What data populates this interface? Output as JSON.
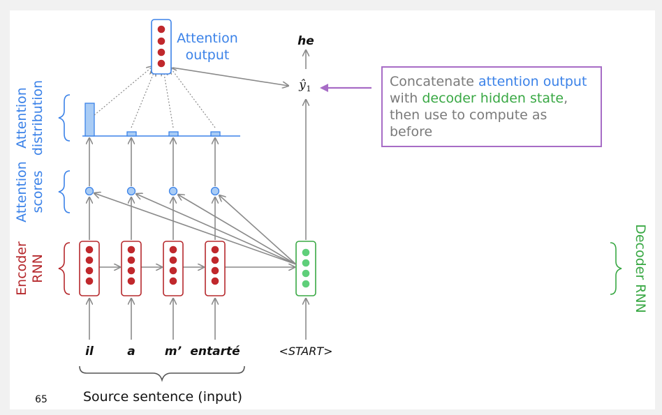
{
  "labels": {
    "attention_output": [
      "Attention",
      "output"
    ],
    "output_word": "he",
    "attention_distribution": [
      "Attention",
      "distribution"
    ],
    "attention_scores": [
      "Attention",
      "scores"
    ],
    "encoder_rnn": [
      "Encoder",
      "RNN"
    ],
    "decoder_rnn": "Decoder RNN",
    "source_sentence": "Source sentence (input)",
    "page_number": "65",
    "start_token": "<START>"
  },
  "source_words": [
    "il",
    "a",
    "m’",
    "entarté"
  ],
  "note": {
    "part1": "Concatenate ",
    "part2": "attention output",
    "part3": " with ",
    "part4": "decoder hidden state",
    "part5": ", then use to compute as before"
  },
  "colors": {
    "encoder": "#b5282c",
    "decoder": "#39a844",
    "attention": "#3b82e8",
    "note_border": "#a76cc6",
    "arrow": "#8a8a8a"
  }
}
